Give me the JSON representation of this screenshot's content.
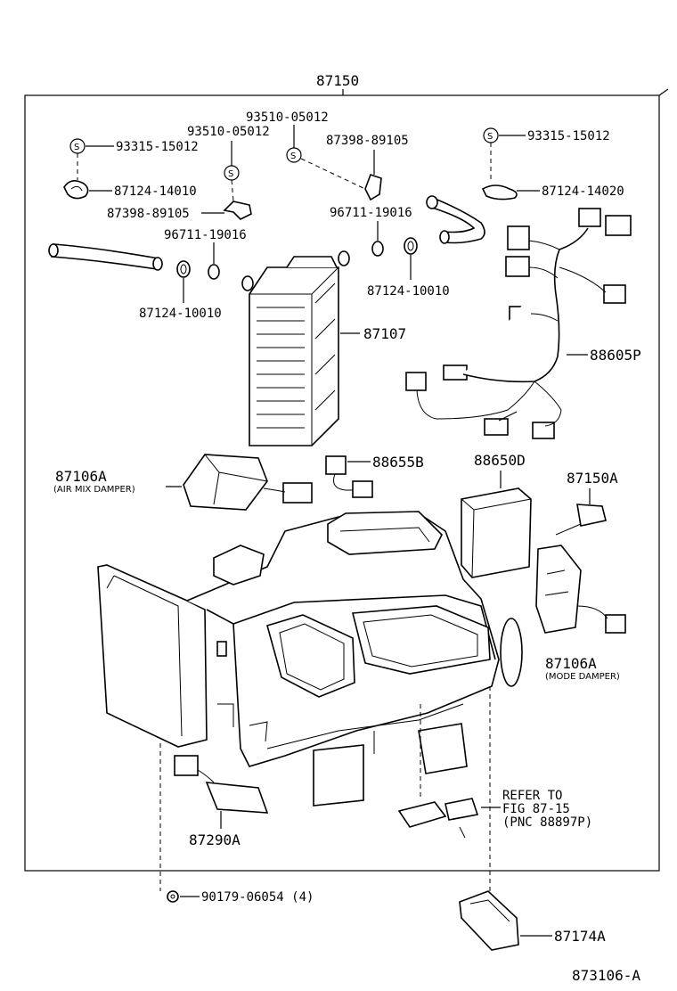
{
  "assembly": "87150",
  "figure_id": "873106-A",
  "parts": {
    "p93315_left": "93315-15012",
    "p87124_14010": "87124-14010",
    "p93510_a": "93510-05012",
    "p93510_b": "93510-05012",
    "p87398_left": "87398-89105",
    "p87398_right": "87398-89105",
    "p96711_left": "96711-19016",
    "p96711_right": "96711-19016",
    "p87124_10010_left": "87124-10010",
    "p87124_10010_right": "87124-10010",
    "p87107": "87107",
    "p93315_right": "93315-15012",
    "p87124_14020": "87124-14020",
    "p88605p": "88605P",
    "p87106a_air": "87106A",
    "p87106a_air_note": "(AIR MIX DAMPER)",
    "p88655b": "88655B",
    "p88650d": "88650D",
    "p87150a": "87150A",
    "p87106a_mode": "87106A",
    "p87106a_mode_note": "(MODE DAMPER)",
    "p87290a": "87290A",
    "p90179": "90179-06054 (4)",
    "p87174a": "87174A",
    "refer_line1": "REFER TO",
    "refer_line2": "FIG 87-15",
    "refer_line3": "(PNC 88897P)",
    "s_symbol": "S"
  }
}
